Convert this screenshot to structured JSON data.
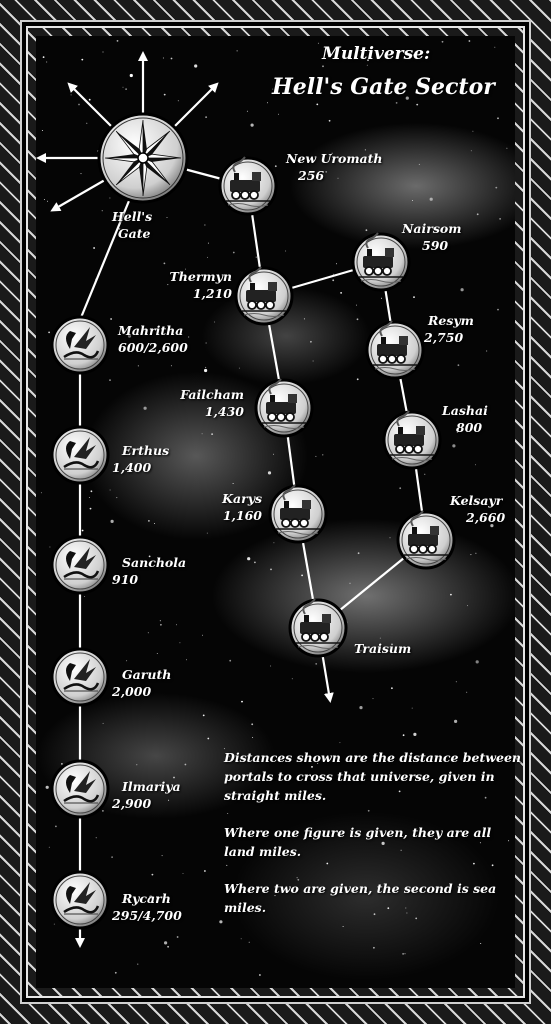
{
  "title": {
    "line1": "Multiverse:",
    "line2": "Hell's Gate Sector"
  },
  "hub": {
    "label_line1": "Hell's",
    "label_line2": "Gate",
    "icon": "compass-star-icon"
  },
  "left_chain": [
    {
      "name": "Mahritha",
      "distance": "600/2,600",
      "icon": "dragon-emblem-icon"
    },
    {
      "name": "Erthus",
      "distance": "1,400",
      "icon": "dragon-emblem-icon"
    },
    {
      "name": "Sanchola",
      "distance": "910",
      "icon": "dragon-emblem-icon"
    },
    {
      "name": "Garuth",
      "distance": "2,000",
      "icon": "dragon-emblem-icon"
    },
    {
      "name": "Ilmariya",
      "distance": "2,900",
      "icon": "dragon-emblem-icon"
    },
    {
      "name": "Rycarh",
      "distance": "295/4,700",
      "icon": "dragon-emblem-icon"
    }
  ],
  "right_nodes": [
    {
      "name": "New Uromath",
      "distance": "256",
      "icon": "train-emblem-icon"
    },
    {
      "name": "Thermyn",
      "distance": "1,210",
      "icon": "train-emblem-icon"
    },
    {
      "name": "Nairsom",
      "distance": "590",
      "icon": "train-emblem-icon"
    },
    {
      "name": "Resym",
      "distance": "2,750",
      "icon": "train-emblem-icon"
    },
    {
      "name": "Failcham",
      "distance": "1,430",
      "icon": "train-emblem-icon"
    },
    {
      "name": "Lashai",
      "distance": "800",
      "icon": "train-emblem-icon"
    },
    {
      "name": "Karys",
      "distance": "1,160",
      "icon": "train-emblem-icon"
    },
    {
      "name": "Kelsayr",
      "distance": "2,660",
      "icon": "train-emblem-icon"
    },
    {
      "name": "Traisum",
      "distance": "",
      "icon": "train-emblem-icon"
    }
  ],
  "notes": [
    "Distances shown are the distance between portals to cross that universe, given in straight miles.",
    "Where one figure is given, they are all land miles.",
    "Where two are given, the second is sea miles."
  ],
  "colors": {
    "line": "#ffffff",
    "text": "#ffffff",
    "background": "#050505"
  }
}
